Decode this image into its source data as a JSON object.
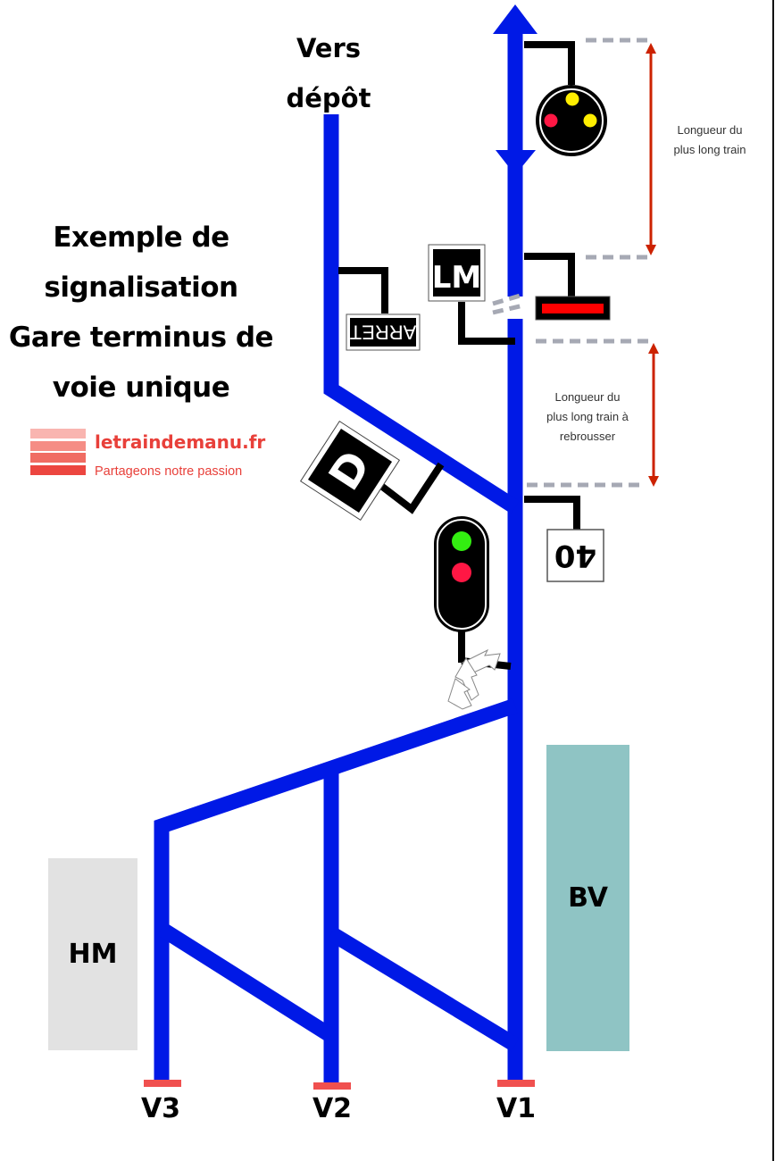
{
  "title": {
    "line1": "Exemple de",
    "line2": "signalisation",
    "line3": "Gare terminus de",
    "line4": "voie unique"
  },
  "depot_label": {
    "line1": "Vers",
    "line2": "dépôt"
  },
  "brand": {
    "name": "letraindemanu.fr",
    "tagline": "Partageons notre passion",
    "bar_colors": [
      "#f9b5b0",
      "#f58d85",
      "#f06c63",
      "#ec4640"
    ]
  },
  "annotations": {
    "longest_train": {
      "line1": "Longueur du",
      "line2": "plus long train"
    },
    "longest_reversing_train": {
      "line1": "Longueur du",
      "line2": "plus long train à",
      "line3": "rebrousser"
    }
  },
  "signs": {
    "arret": "ARRET",
    "lm": "LM",
    "d": "D",
    "speed_limit": "40"
  },
  "signals": {
    "disc_signal": {
      "lights": [
        "yellow",
        "red",
        "yellow"
      ]
    },
    "main_signal": {
      "lights": [
        "green",
        "red"
      ]
    },
    "heurtoir": {
      "light": "red"
    }
  },
  "buildings": {
    "hm": "HM",
    "bv": "BV"
  },
  "tracks": {
    "v1": "V1",
    "v2": "V2",
    "v3": "V3"
  },
  "colors": {
    "track": "#0019e6",
    "buffer_stop": "#f0504f",
    "dimension_arrow": "#cc2200",
    "dashed_guide": "#a6a9b4",
    "signal_green": "#33ee11",
    "signal_red": "#ff1744",
    "signal_yellow": "#ffee00",
    "hm_building": "#e2e2e2",
    "bv_building": "#8fc4c4"
  }
}
